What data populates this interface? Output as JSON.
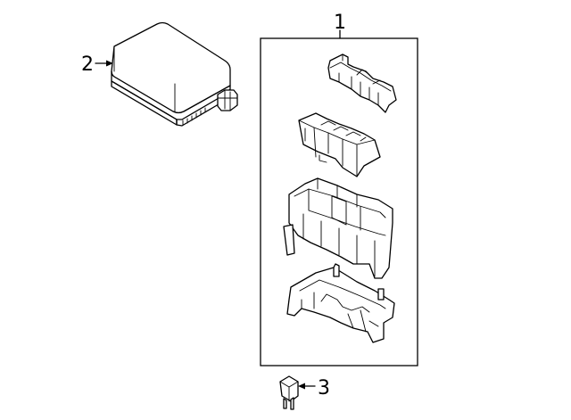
{
  "parts": [
    {
      "callout": "1",
      "item": "fuse-relay-box-assembly"
    },
    {
      "callout": "2",
      "item": "box-cover"
    },
    {
      "callout": "3",
      "item": "fuse"
    }
  ],
  "colors": {
    "line": "#000000",
    "background": "#ffffff"
  }
}
